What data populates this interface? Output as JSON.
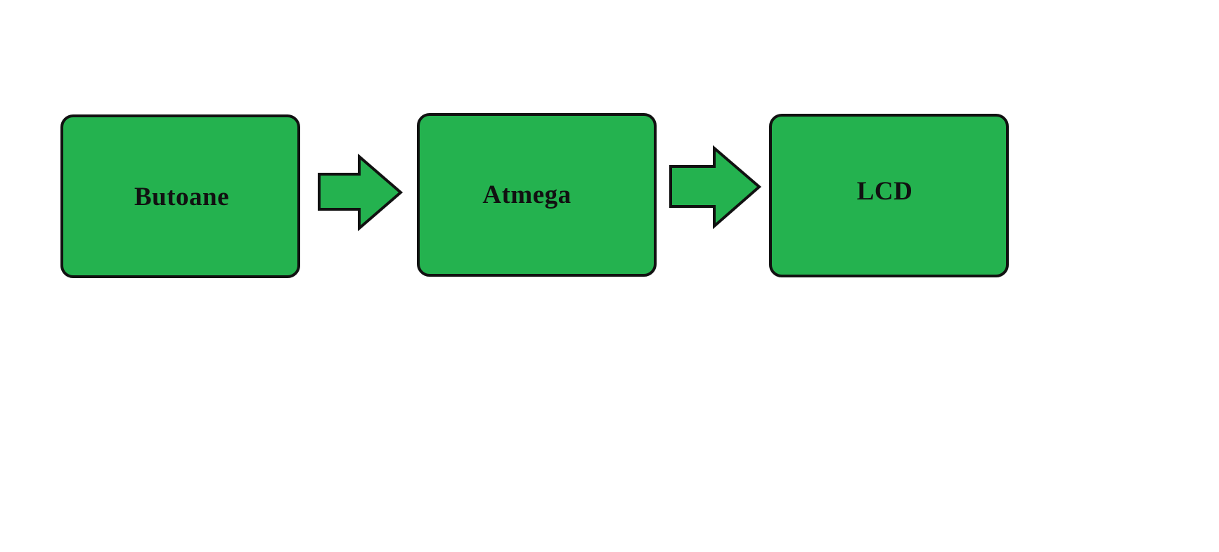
{
  "diagram": {
    "fill_color": "#24b24f",
    "stroke_color": "#111111",
    "nodes": [
      {
        "id": "butoane",
        "label": "Butoane"
      },
      {
        "id": "atmega",
        "label": "Atmega"
      },
      {
        "id": "lcd",
        "label": "LCD"
      }
    ],
    "edges": [
      {
        "from": "butoane",
        "to": "atmega"
      },
      {
        "from": "atmega",
        "to": "lcd"
      }
    ]
  }
}
